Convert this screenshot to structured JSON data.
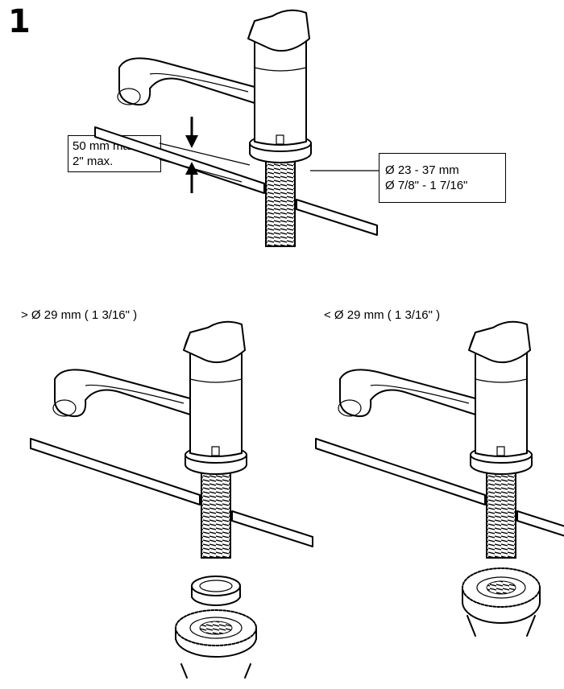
{
  "step": {
    "number": "1"
  },
  "callouts": {
    "height_line1": "50 mm max.",
    "height_line2": "2\" max.",
    "diameter_line1": "Ø 23 - 37 mm",
    "diameter_line2": "Ø 7/8\" - 1 7/16\""
  },
  "options": {
    "left_label": "> Ø 29 mm ( 1 3/16\" )",
    "right_label": "< Ø 29 mm ( 1 3/16\" )"
  }
}
